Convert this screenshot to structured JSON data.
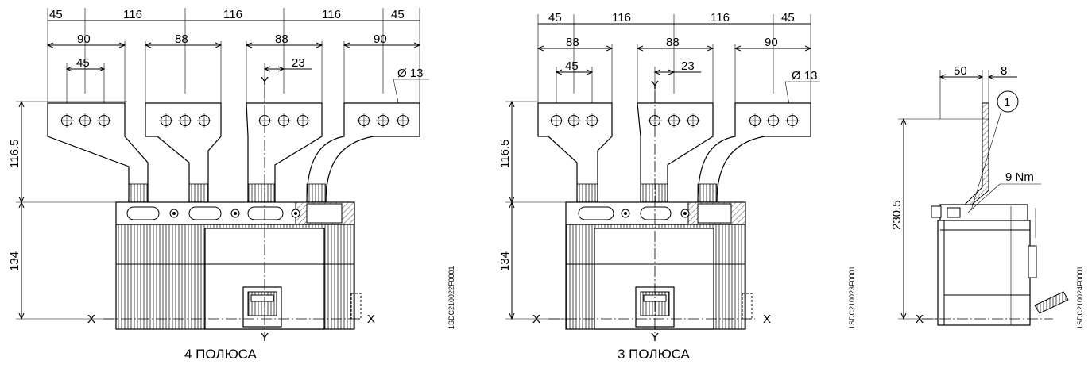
{
  "views": [
    {
      "name": "4-poles",
      "caption": "4 ПОЛЮСА",
      "drawing_code": "1SDC210022F0001",
      "top_dims": [
        "45",
        "116",
        "116",
        "116",
        "45"
      ],
      "pitch_dims": [
        "90",
        "88",
        "88",
        "90"
      ],
      "hole_spacing": "45",
      "offset": "23",
      "hole_diameter": "Ø 13",
      "height_upper": "116.5",
      "height_lower": "134",
      "axis_x": "X",
      "axis_y": "Y"
    },
    {
      "name": "3-poles",
      "caption": "3 ПОЛЮСА",
      "drawing_code": "1SDC210023F0001",
      "top_dims": [
        "45",
        "116",
        "116",
        "45"
      ],
      "pitch_dims": [
        "88",
        "88",
        "90"
      ],
      "hole_spacing": "45",
      "offset": "23",
      "hole_diameter": "Ø 13",
      "height_upper": "116.5",
      "height_lower": "134",
      "axis_x": "X",
      "axis_y": "Y"
    },
    {
      "name": "side",
      "drawing_code": "1SDC210024F0001",
      "dim_a": "50",
      "dim_b": "8",
      "height": "230.5",
      "callout": "1",
      "torque": "9 Nm",
      "axis_x": "X"
    }
  ]
}
